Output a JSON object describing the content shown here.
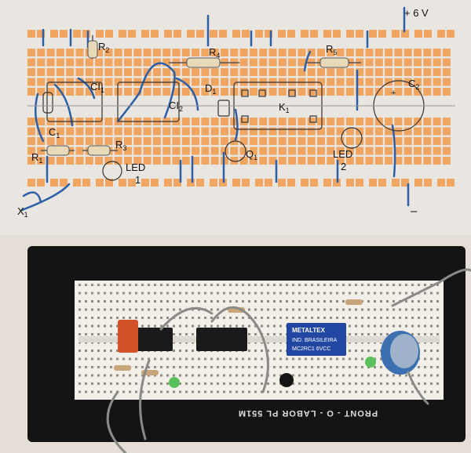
{
  "diagram": {
    "labels": {
      "supply_pos": "+ 6 V",
      "supply_neg": "–",
      "r1": "R",
      "r1_sub": "1",
      "r2": "R",
      "r2_sub": "2",
      "r3": "R",
      "r3_sub": "3",
      "r4": "R",
      "r4_sub": "4",
      "r5": "R",
      "r5_sub": "5",
      "c1": "C",
      "c1_sub": "1",
      "c2": "C",
      "c2_sub": "2",
      "ci1": "CI",
      "ci1_sub": "1",
      "ci2": "CI",
      "ci2_sub": "2",
      "d1": "D",
      "d1_sub": "1",
      "k1": "K",
      "k1_sub": "1",
      "q1": "Q",
      "q1_sub": "1",
      "led1": "LED",
      "led1_num": "1",
      "led2": "LED",
      "led2_num": "2",
      "x1": "X",
      "x1_sub": "1",
      "c2_plus": "+"
    },
    "colors": {
      "pad": "#f0a560",
      "wire": "#2d5fa8",
      "background": "#e9e5e1"
    }
  },
  "photo": {
    "brand_text": "PRONT - O - LABOR  PL 551M",
    "relay_brand": "METALTEX",
    "relay_origin": "IND. BRASILEIRA",
    "relay_model": "MC2RC1  6VCC",
    "colors": {
      "frame": "#141414",
      "board": "#f2efe9"
    }
  }
}
